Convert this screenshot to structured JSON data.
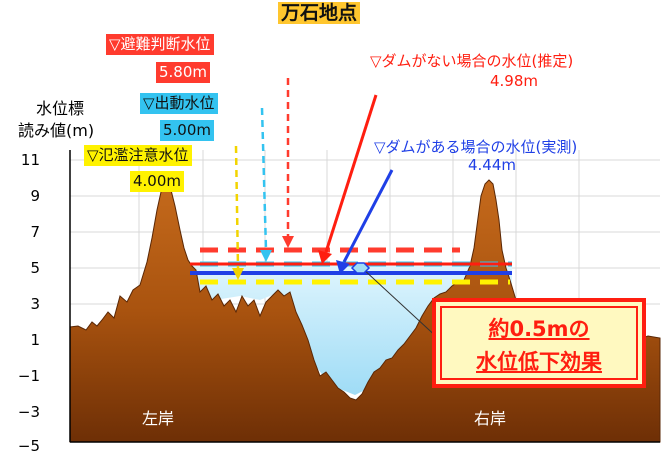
{
  "title": "万石地点",
  "y_axis": {
    "label_line1": "水位標",
    "label_line2": "読み値(m)",
    "ticks": [
      "11",
      "9",
      "7",
      "5",
      "3",
      "1",
      "−1",
      "−3",
      "−5"
    ],
    "tick_values": [
      11,
      9,
      7,
      5,
      3,
      1,
      -1,
      -3,
      -5
    ]
  },
  "reference_levels": [
    {
      "name": "▽避難判断水位",
      "value_label": "5.80m",
      "value": 5.8,
      "color": "#ff3b2e"
    },
    {
      "name": "▽出動水位",
      "value_label": "5.00m",
      "value": 5.0,
      "color": "#33c3f0"
    },
    {
      "name": "▽氾濫注意水位",
      "value_label": "4.00m",
      "value": 4.0,
      "color": "#fff200"
    }
  ],
  "water_levels": [
    {
      "name": "▽ダムがない場合の水位(推定)",
      "value_label": "4.98m",
      "value": 4.98,
      "color": "#ff1e10"
    },
    {
      "name": "▽ダムがある場合の水位(実測)",
      "value_label": "4.44m",
      "value": 4.44,
      "color": "#1f3fe6"
    }
  ],
  "banks": {
    "left": "左岸",
    "right": "右岸"
  },
  "effect": {
    "line1": "約0.5mの",
    "line2": "水位低下効果"
  },
  "colors": {
    "ground": "#b05a14",
    "water": "#bfe9fb"
  }
}
